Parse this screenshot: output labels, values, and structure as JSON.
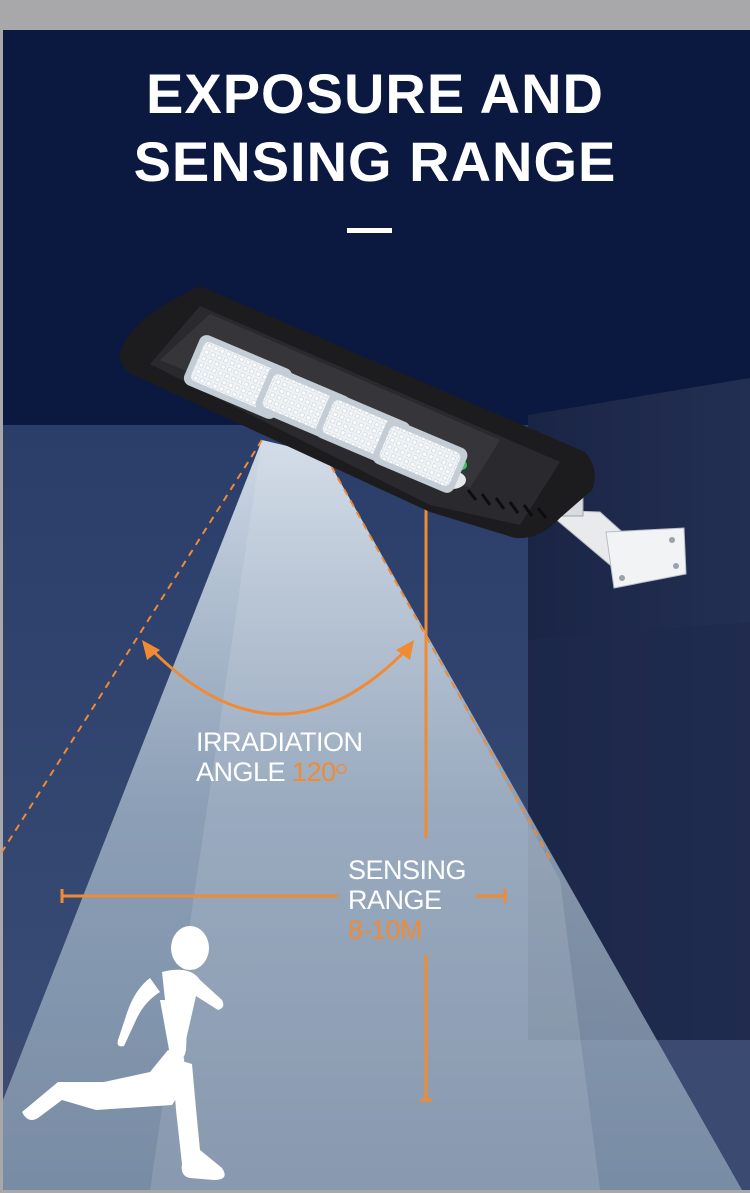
{
  "heading": {
    "line1": "EXPOSURE AND",
    "line2": "SENSING RANGE"
  },
  "irradiation": {
    "line1": "IRRADIATION",
    "line2_prefix": "ANGLE ",
    "angle_value": "120",
    "angle_unit": "O"
  },
  "sensing": {
    "line1": "SENSING",
    "line2": "RANGE",
    "distance": "8-10M"
  },
  "colors": {
    "night_sky": "#0b1840",
    "accent_orange": "#f08a33",
    "beam": "#c8d6e4",
    "lamp_body": "#1c1c1f"
  }
}
